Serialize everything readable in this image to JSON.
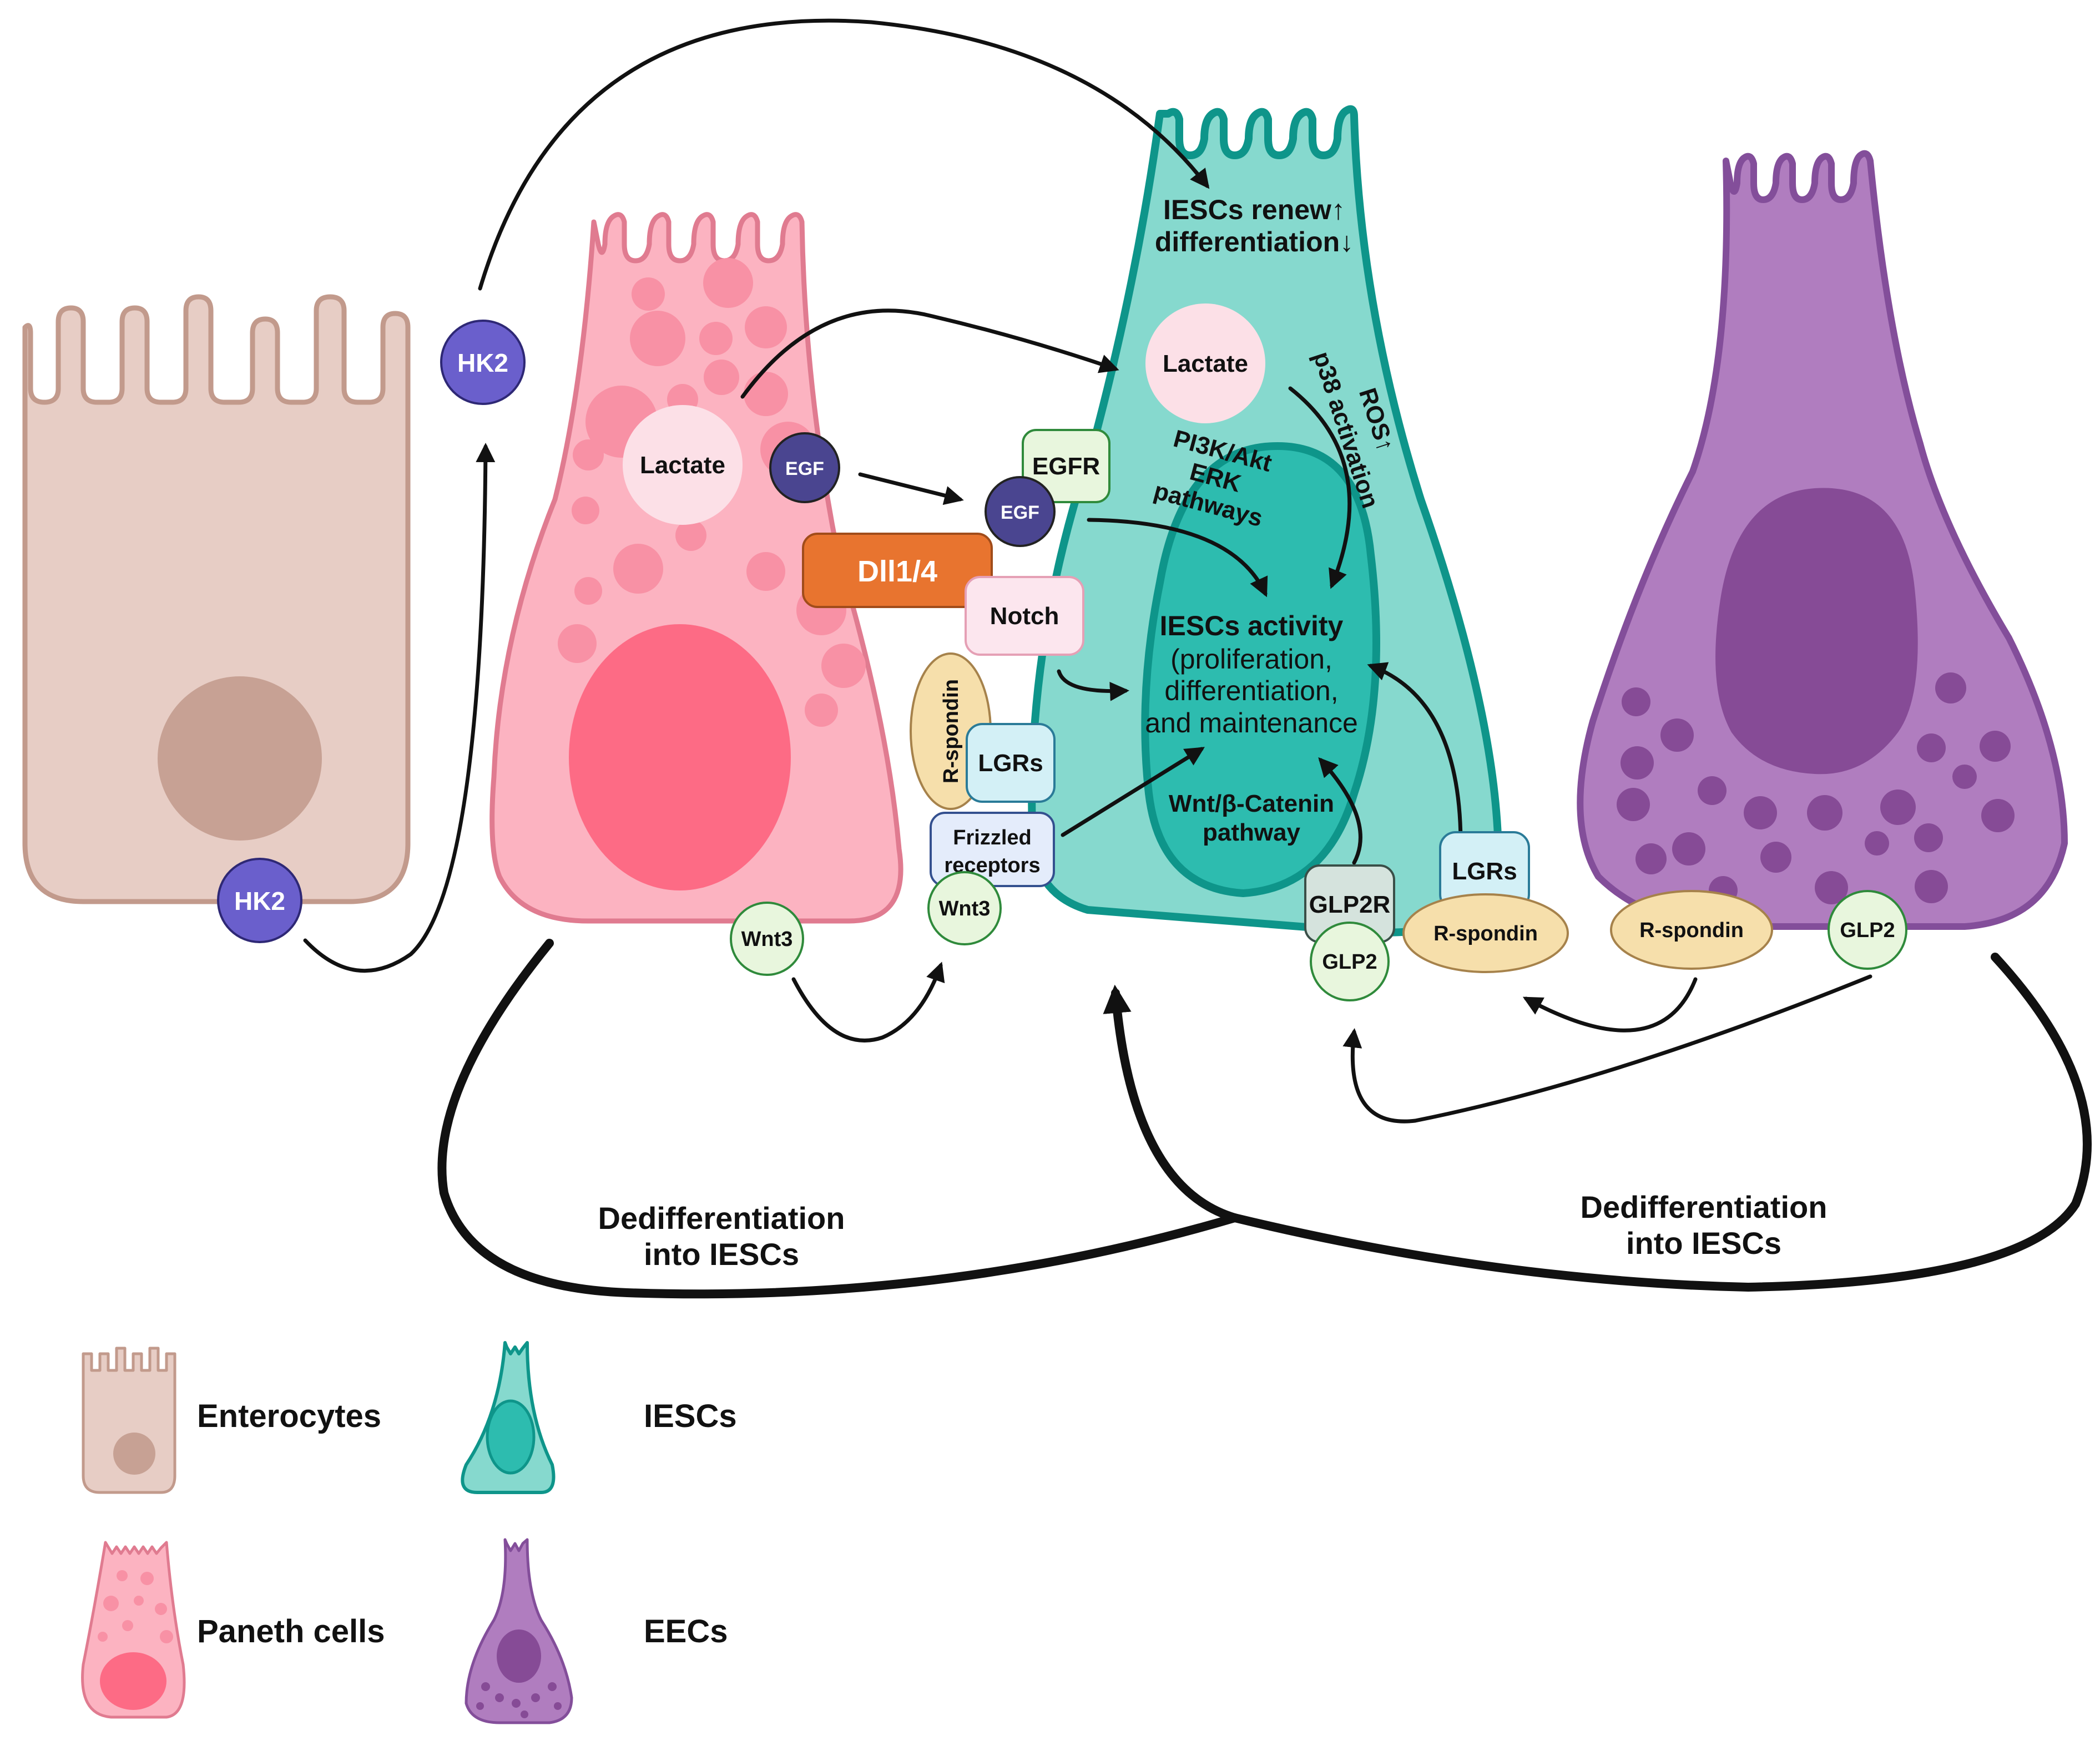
{
  "colors": {
    "enterocyte_fill": "#e7cdc5",
    "enterocyte_stroke": "#c29a8c",
    "enterocyte_nucleus": "#c7a194",
    "paneth_fill": "#fcb3c1",
    "paneth_stroke": "#e07b90",
    "paneth_nucleus": "#fd6b85",
    "paneth_granule": "#f891a5",
    "iesc_fill": "#86d9ce",
    "iesc_stroke": "#0e958a",
    "iesc_nucleus": "#2dbcaf",
    "eec_fill": "#b07dbf",
    "eec_stroke": "#834e9a",
    "eec_nucleus": "#864b96",
    "hk2": "#6a5fcc",
    "egf": "#4a4590",
    "dll": "#e8742f",
    "rspondin": "#f6dfab",
    "green_receptor": "#e8f6dd",
    "lgr": "#d3f0f6",
    "frizzled": "#e4ecfb",
    "lactate": "#fce0e7",
    "glp2r": "#d5e3dd"
  },
  "molecules": {
    "hk2_a": "HK2",
    "hk2_b": "HK2",
    "lactate_paneth": "Lactate",
    "lactate_iesc": "Lactate",
    "egf_a": "EGF",
    "egf_b": "EGF",
    "egfr": "EGFR",
    "dll": "Dll1/4",
    "notch": "Notch",
    "rspondin_a": "R-spondin",
    "rspondin_b": "R-spondin",
    "rspondin_c": "R-spondin",
    "lgrs_a": "LGRs",
    "lgrs_b": "LGRs",
    "frizzled_1": "Frizzled",
    "frizzled_2": "receptors",
    "wnt3_a": "Wnt3",
    "wnt3_b": "Wnt3",
    "glp2r": "GLP2R",
    "glp2_a": "GLP2",
    "glp2_b": "GLP2"
  },
  "labels": {
    "renew_1": "IESCs renew↑",
    "renew_2": "differentiation↓",
    "ros_1": "ROS↑",
    "ros_2": "p38 activation",
    "pi3k_1": "PI3K/Akt",
    "pi3k_2": "ERK",
    "pi3k_3": "pathways",
    "activity_1": "IESCs activity",
    "activity_2": "(proliferation,",
    "activity_3": "differentiation,",
    "activity_4": "and maintenance",
    "wnt_1": "Wnt/β-Catenin",
    "wnt_2": "pathway",
    "dediff_left_1": "Dedifferentiation",
    "dediff_left_2": "into IESCs",
    "dediff_right_1": "Dedifferentiation",
    "dediff_right_2": "into IESCs"
  },
  "legend": {
    "enterocytes": "Enterocytes",
    "iescs": "IESCs",
    "paneth": "Paneth cells",
    "eecs": "EECs"
  }
}
